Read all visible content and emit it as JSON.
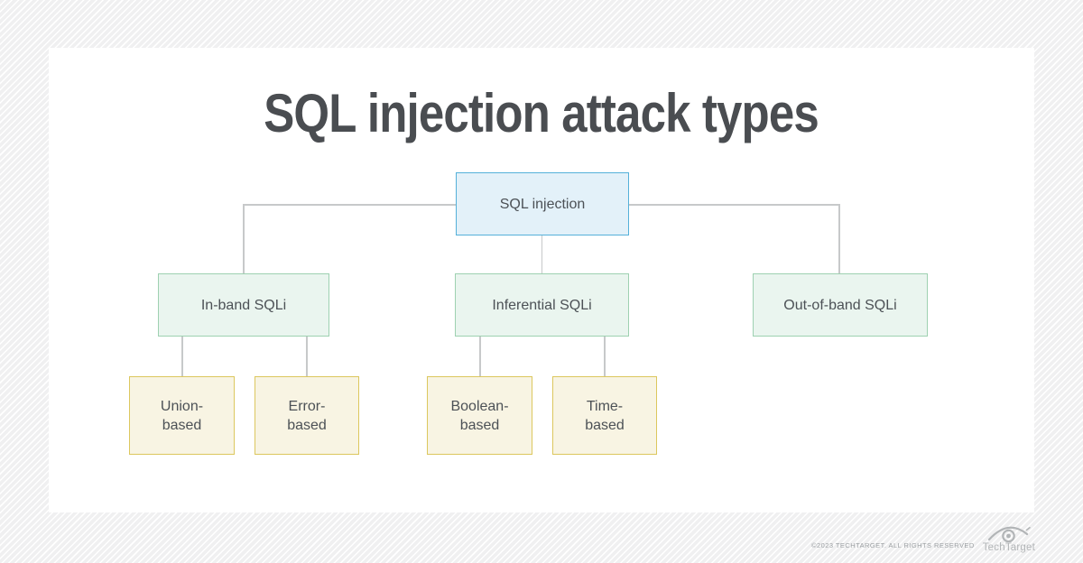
{
  "title": "SQL injection attack types",
  "tree": {
    "root": {
      "label": "SQL injection"
    },
    "branches": [
      {
        "label": "In-band SQLi"
      },
      {
        "label": "Inferential SQLi"
      },
      {
        "label": "Out-of-band SQLi"
      }
    ],
    "leaves": [
      {
        "line1": "Union-",
        "line2": "based"
      },
      {
        "line1": "Error-",
        "line2": "based"
      },
      {
        "line1": "Boolean-",
        "line2": "based"
      },
      {
        "line1": "Time-",
        "line2": "based"
      }
    ]
  },
  "footer": {
    "copyright": "©2023 TECHTARGET. ALL RIGHTS RESERVED",
    "brand": "TechTarget",
    "logo_icon": "eye-icon"
  },
  "colors": {
    "root_fill": "#e3f1f9",
    "root_border": "#55b1d9",
    "branch_fill": "#eaf5ef",
    "branch_border": "#9ed1b1",
    "leaf_fill": "#f8f4e3",
    "leaf_border": "#dcc75e",
    "connector": "#c7c9ca",
    "title_text": "#4a4d51",
    "box_text": "#4c5156"
  }
}
